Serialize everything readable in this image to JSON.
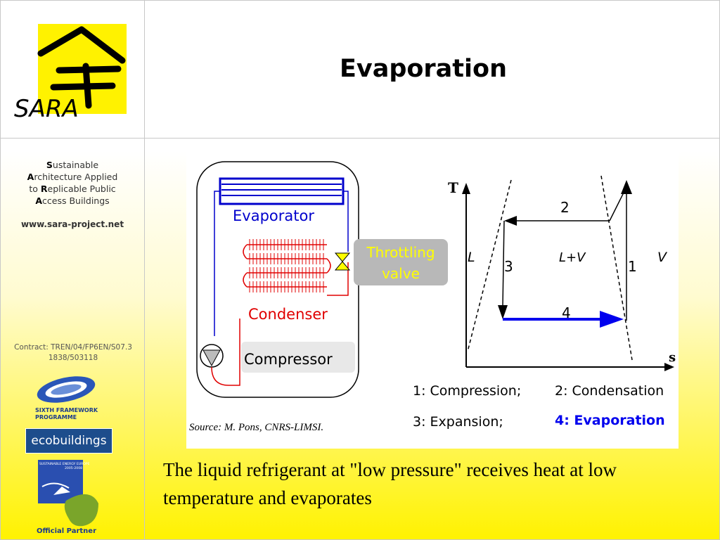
{
  "slide": {
    "title": "Evaporation",
    "caption": "The liquid refrigerant at \"low pressure\" receives heat at low temperature and evaporates"
  },
  "sidebar": {
    "logo_text": "SARA",
    "acronym_lines": [
      {
        "initial": "S",
        "rest": "ustainable"
      },
      {
        "initial": "A",
        "rest": "rchitecture Applied"
      },
      {
        "prefix": "to ",
        "initial": "R",
        "rest": "eplicable Public"
      },
      {
        "initial": "A",
        "rest": "ccess Buildings"
      }
    ],
    "website": "www.sara-project.net",
    "contract": "Contract: TREN/04/FP6EN/S07.31838/503118",
    "fp6_label": "SIXTH FRAMEWORK PROGRAMME",
    "eco_label": "ecobuildings",
    "sef_top": "SUSTAINABLE ENERGY EUROPE",
    "sef_years": "2005-2008",
    "partner": "Official Partner"
  },
  "diagram": {
    "labels": {
      "evaporator": "Evaporator",
      "condenser": "Condenser",
      "compressor": "Compressor",
      "valve_line1": "Throttling",
      "valve_line2": "valve",
      "source": "Source: M. Pons, CNRS-LIMSI."
    },
    "ts": {
      "axis_t": "T",
      "axis_s": "s",
      "region_l": "L",
      "region_lv": "L+V",
      "region_v": "V",
      "step1": "1",
      "step2": "2",
      "step3": "3",
      "step4": "4"
    },
    "legend": {
      "l1": "1: Compression;",
      "l2": "2: Condensation",
      "l3": "3: Expansion;",
      "l4": "4: Evaporation"
    },
    "colors": {
      "evaporator": "#0000cc",
      "condenser": "#e00000",
      "valve_text": "#ffff00",
      "evaporation": "#0000ee"
    }
  }
}
